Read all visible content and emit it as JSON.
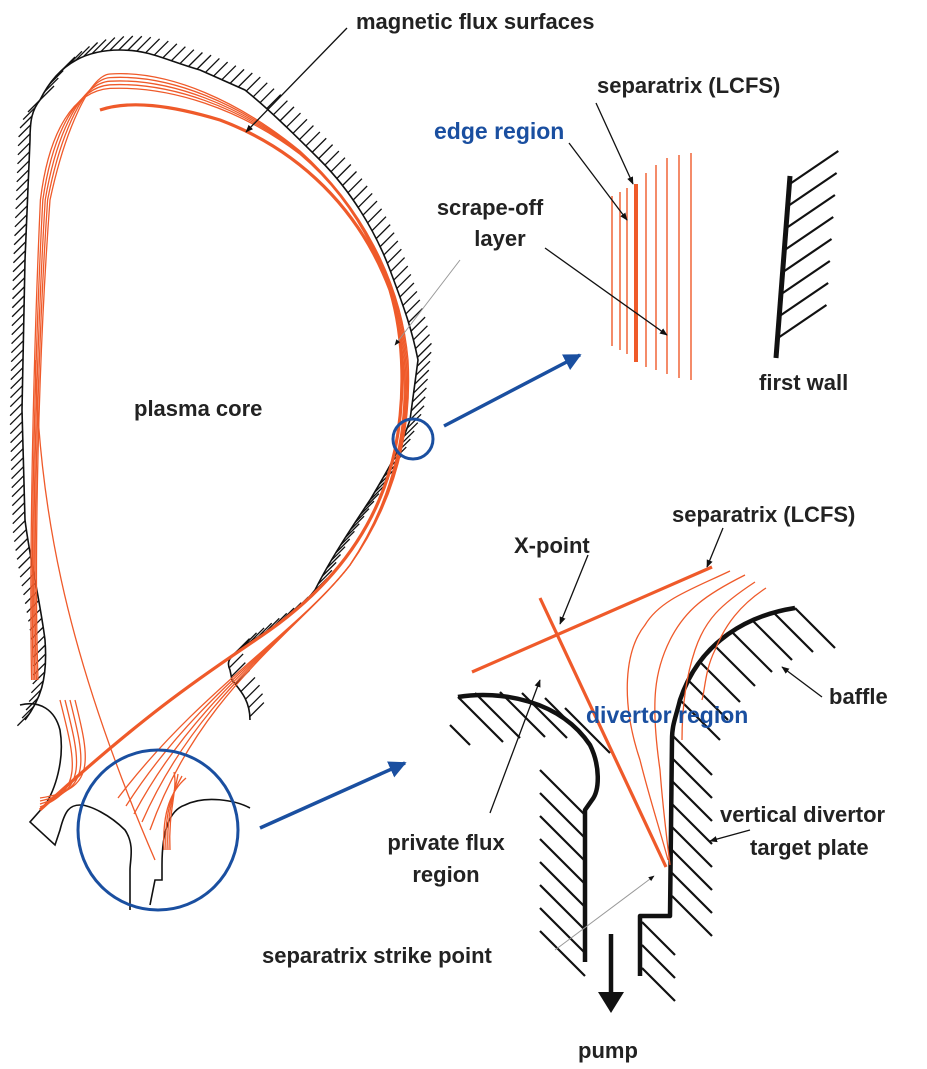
{
  "figure": {
    "title": "Tokamak plasma cross-section: edge and divertor regions",
    "colors": {
      "flux_surface": "#ef5a2a",
      "highlight": "#1a4fa0",
      "wall": "#111111",
      "label": "#222222"
    },
    "labels": {
      "magnetic_flux_surfaces": "magnetic flux surfaces",
      "separatrix_top": "separatrix (LCFS)",
      "edge_region": "edge region",
      "scrape_off_1": "scrape-off",
      "scrape_off_2": "layer",
      "first_wall": "first wall",
      "plasma_core": "plasma core",
      "separatrix_mid": "separatrix (LCFS)",
      "x_point": "X-point",
      "baffle": "baffle",
      "divertor_region": "divertor region",
      "private_flux_1": "private flux",
      "private_flux_2": "region",
      "vertical_divertor_1": "vertical divertor",
      "vertical_divertor_2": "target plate",
      "strike_point": "separatrix strike point",
      "pump": "pump"
    },
    "panels": [
      "main-cross-section",
      "edge-region-inset",
      "divertor-region-inset"
    ]
  }
}
